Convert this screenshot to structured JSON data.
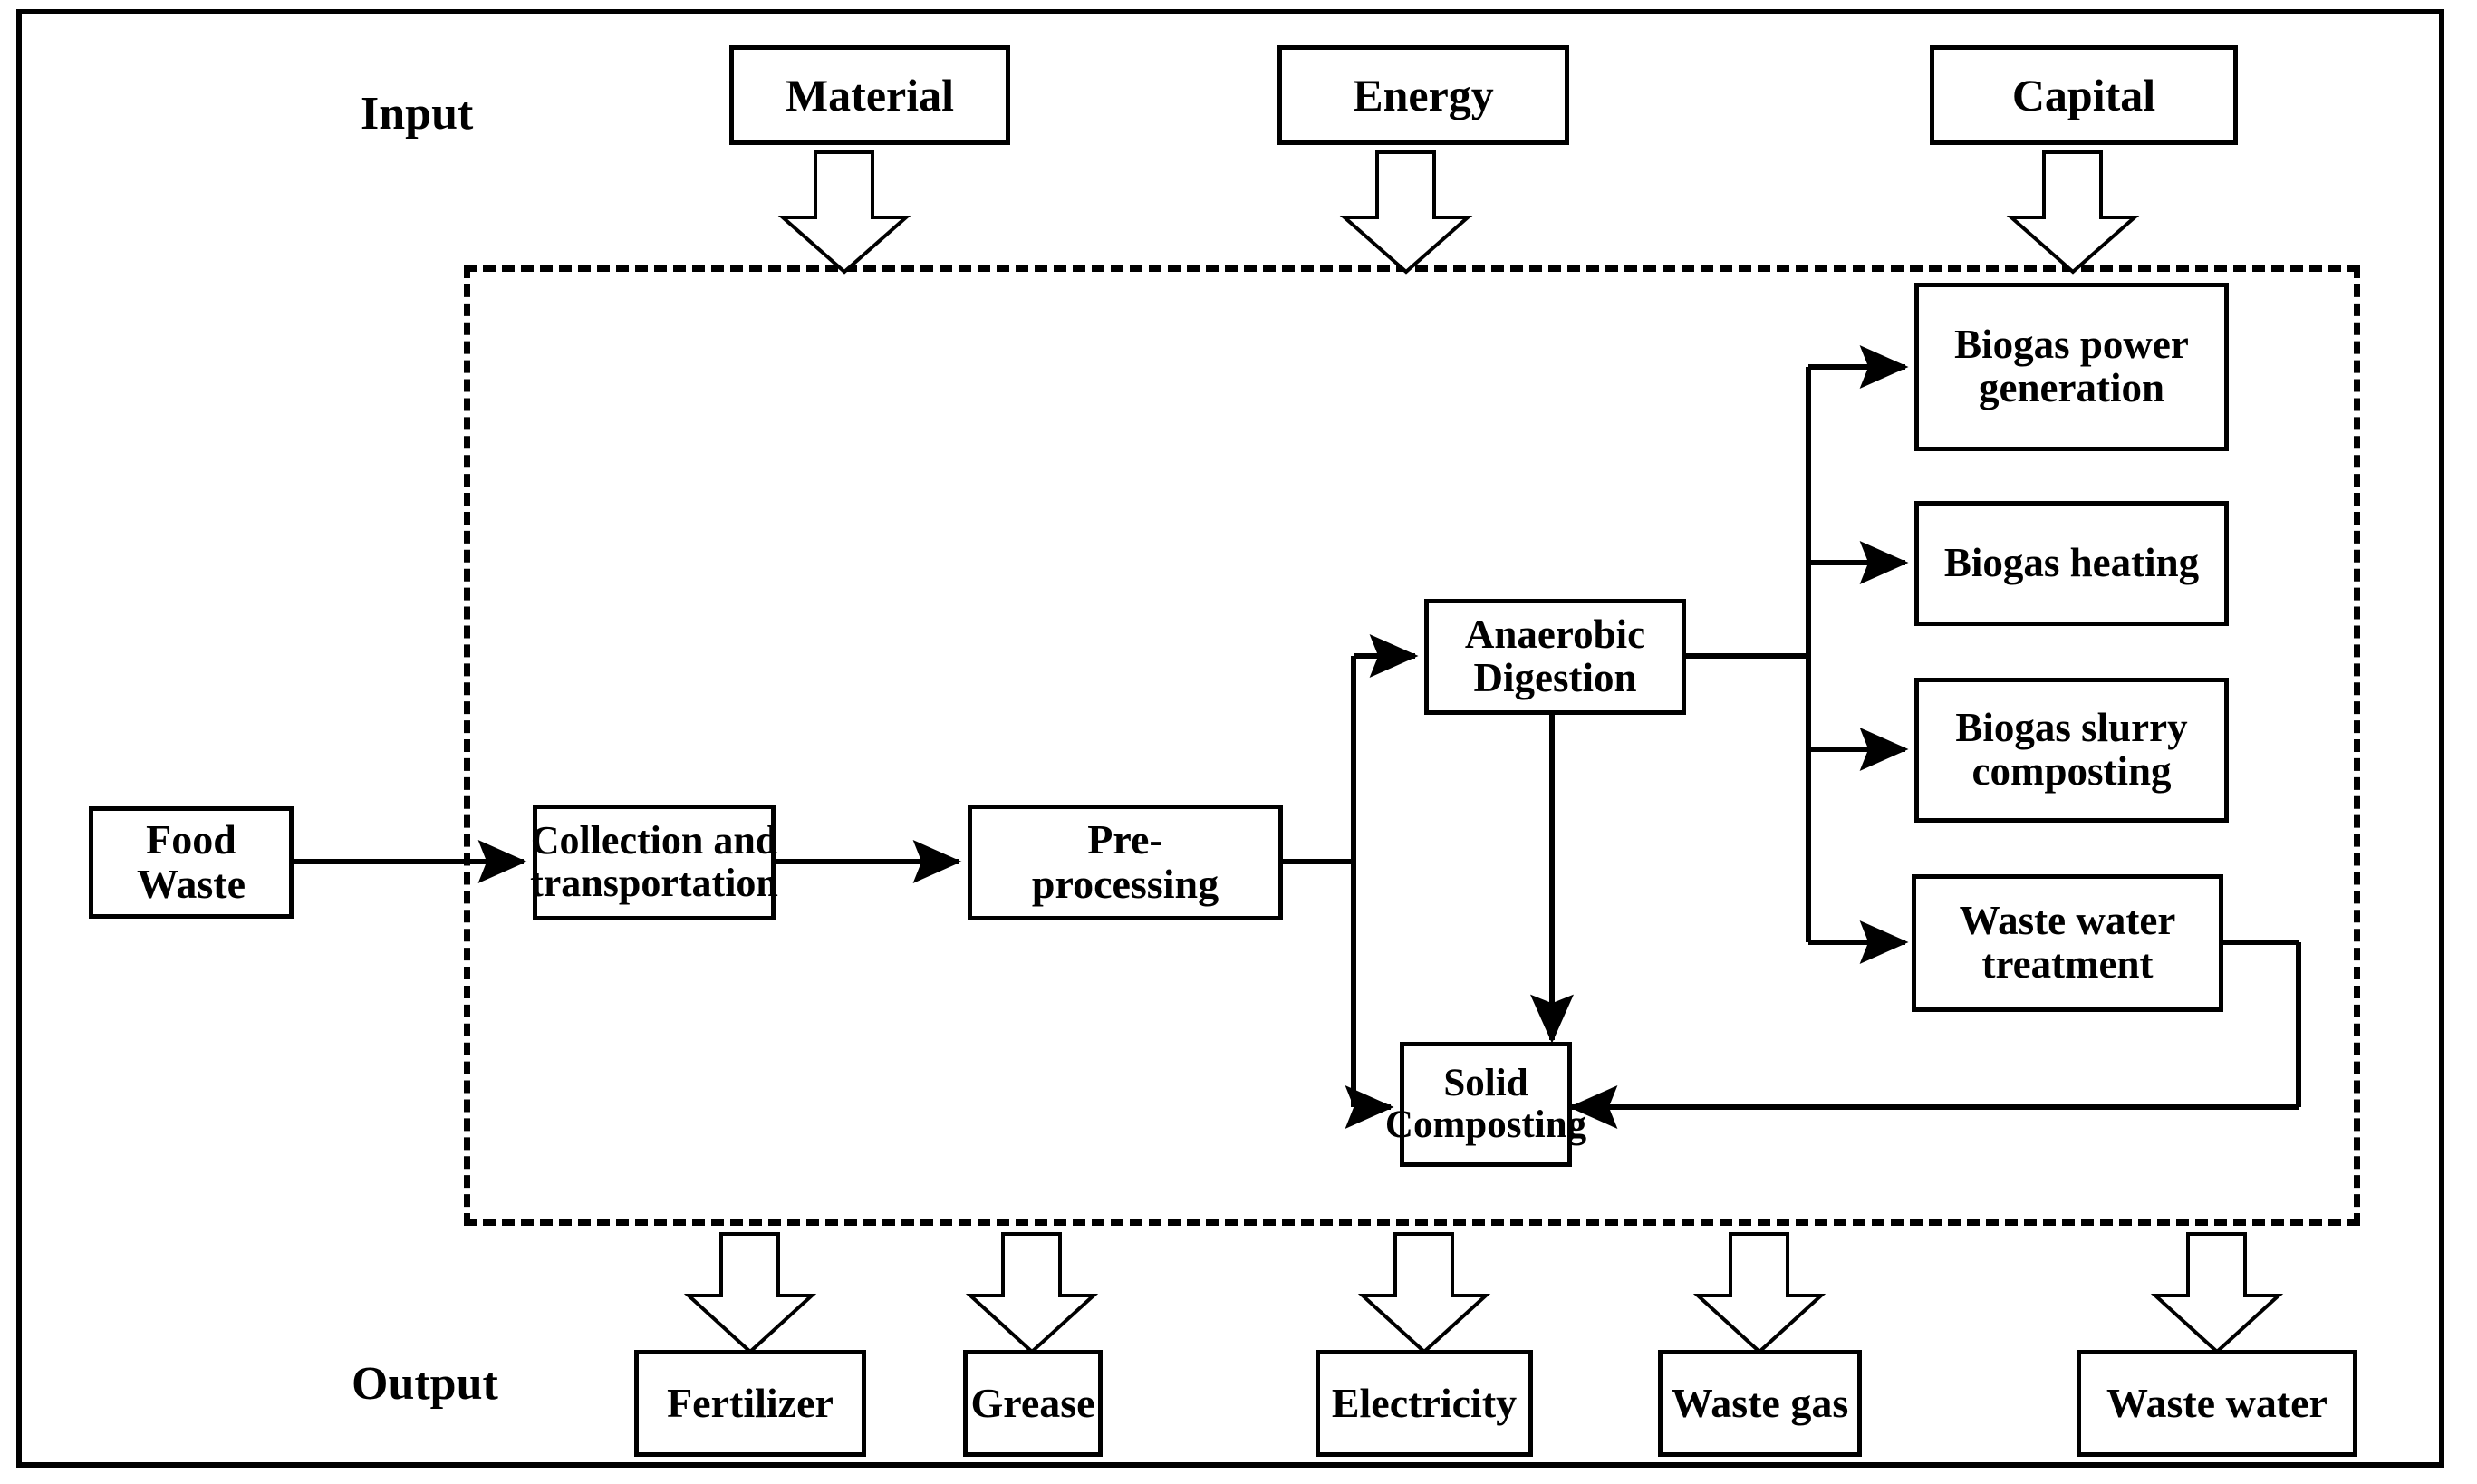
{
  "diagram": {
    "title": "Food waste treatment process flow",
    "row_labels": {
      "input": "Input",
      "output": "Output"
    },
    "input_nodes": [
      {
        "id": "material",
        "label": "Material"
      },
      {
        "id": "energy",
        "label": "Energy"
      },
      {
        "id": "capital",
        "label": "Capital"
      }
    ],
    "process_nodes": [
      {
        "id": "food-waste",
        "label": "Food Waste"
      },
      {
        "id": "collection-and-transportation",
        "label": "Collection and transportation"
      },
      {
        "id": "pre-processing",
        "label": "Pre-\nprocessing"
      },
      {
        "id": "anaerobic-digestion",
        "label": "Anaerobic Digestion"
      },
      {
        "id": "solid-composting",
        "label": "Solid Composting"
      },
      {
        "id": "biogas-power-generation",
        "label": "Biogas power generation"
      },
      {
        "id": "biogas-heating",
        "label": "Biogas heating"
      },
      {
        "id": "biogas-slurry-composting",
        "label": "Biogas slurry composting"
      },
      {
        "id": "waste-water-treatment",
        "label": "Waste water treatment"
      }
    ],
    "output_nodes": [
      {
        "id": "fertilizer",
        "label": "Fertilizer"
      },
      {
        "id": "grease",
        "label": "Grease"
      },
      {
        "id": "electricity",
        "label": "Electricity"
      },
      {
        "id": "waste-gas",
        "label": "Waste gas"
      },
      {
        "id": "waste-water",
        "label": "Waste water"
      }
    ],
    "colors": {
      "line": "#000000",
      "fill": "#ffffff",
      "boundary": "#000000"
    },
    "boundary": {
      "style": "dashed",
      "meaning": "system boundary"
    }
  }
}
